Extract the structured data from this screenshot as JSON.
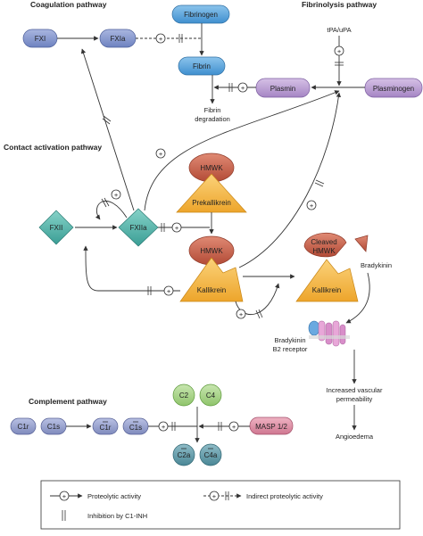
{
  "titles": {
    "coagulation": "Coagulation pathway",
    "fibrinolysis": "Fibrinolysis pathway",
    "contact": "Contact activation pathway",
    "complement": "Complement pathway"
  },
  "nodes": {
    "fxi": "FXI",
    "fxia": "FXIa",
    "fibrinogen": "Fibrinogen",
    "fibrin": "Fibrin",
    "fibrin_degradation_1": "Fibrin",
    "fibrin_degradation_2": "degradation",
    "tpa_upa": "tPA/uPA",
    "plasmin": "Plasmin",
    "plasminogen": "Plasminogen",
    "fxii": "FXII",
    "fxiia": "FXIIa",
    "hmwk_top": "HMWK",
    "prekallikrein": "Prekallikrein",
    "hmwk_mid": "HMWK",
    "kallikrein_left": "Kallikrein",
    "cleaved_hmwk_1": "Cleaved",
    "cleaved_hmwk_2": "HMWK",
    "kallikrein_right": "Kallikrein",
    "bradykinin": "Bradykinin",
    "b2_receptor_1": "Bradykinin",
    "b2_receptor_2": "B2 receptor",
    "increased_1": "Increased vascular",
    "increased_2": "permeability",
    "angioedema": "Angioedema",
    "c1r": "C1r",
    "c1s": "C1s",
    "c1r_active": "C1r",
    "c1s_active": "C1s",
    "c2": "C2",
    "c4": "C4",
    "c2a": "C2a",
    "c4a": "C4a",
    "masp": "MASP 1/2"
  },
  "symbols": {
    "plus": "+"
  },
  "legend": {
    "proteolytic": "Proteolytic activity",
    "indirect": "Indirect proteolytic activity",
    "inhibition": "Inhibition by C1-INH"
  },
  "colors": {
    "fxi_blue": "#7f93c9",
    "fibrin_blue": "#5ba3d9",
    "plasmin_purple": "#b79ad0",
    "fxii_teal": "#4fb3a9",
    "hmwk_red": "#c8604c",
    "kallikrein_orange": "#f4b942",
    "complement_blue": "#8e98c4",
    "c2_green": "#a8d48a",
    "c2a_teal": "#5f9aa8",
    "masp_pink": "#d98aa0",
    "receptor_pink": "#e0a6d6"
  }
}
